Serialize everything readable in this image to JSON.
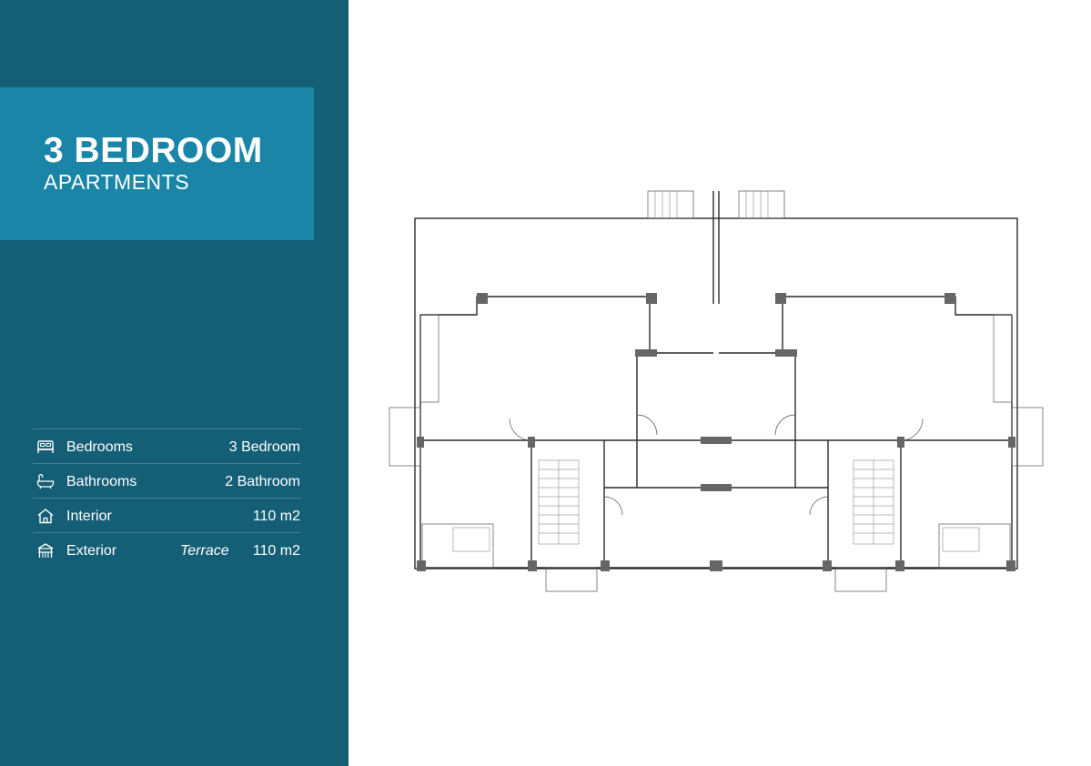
{
  "header": {
    "title": "3 BEDROOM",
    "subtitle": "APARTMENTS"
  },
  "specs": [
    {
      "icon": "bed-icon",
      "label": "Bedrooms",
      "value": "3 Bedroom"
    },
    {
      "icon": "bathtub-icon",
      "label": "Bathrooms",
      "value": "2 Bathroom"
    },
    {
      "icon": "house-icon",
      "label": "Interior",
      "value": "110 m2"
    },
    {
      "icon": "terrace-icon",
      "label": "Exterior",
      "note": "Terrace",
      "value": "110 m2"
    }
  ],
  "colors": {
    "sidebar": "#155f76",
    "title_box": "#1a85a6",
    "text": "#ffffff"
  }
}
